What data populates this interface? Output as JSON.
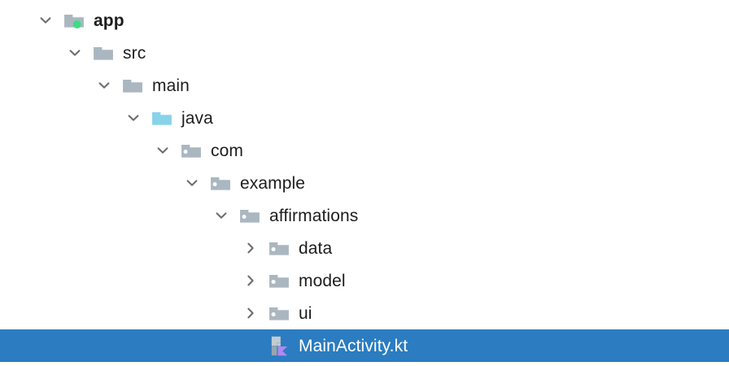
{
  "panel": {
    "kind": "project-file-tree",
    "background": "#ffffff",
    "selection_color": "#2b7cc0",
    "text_color": "#1d1d1d",
    "selected_text_color": "#ffffff",
    "folder_gray": "#aab7c0",
    "source_root_blue": "#87d3ea",
    "badge_green": "#3ddc84",
    "kotlin_purple": "#b388f0",
    "chevron_gray": "#6e6e6e"
  },
  "rows": [
    {
      "label": "app",
      "depth": 0,
      "icon": "module-folder-icon",
      "twisty": "chevron-down-icon",
      "expanded": true,
      "bold": true,
      "selected": false,
      "badge": "green-dot-badge"
    },
    {
      "label": "src",
      "depth": 1,
      "icon": "folder-icon",
      "twisty": "chevron-down-icon",
      "expanded": true,
      "bold": false,
      "selected": false,
      "badge": ""
    },
    {
      "label": "main",
      "depth": 2,
      "icon": "folder-icon",
      "twisty": "chevron-down-icon",
      "expanded": true,
      "bold": false,
      "selected": false,
      "badge": ""
    },
    {
      "label": "java",
      "depth": 3,
      "icon": "source-root-folder-icon",
      "twisty": "chevron-down-icon",
      "expanded": true,
      "bold": false,
      "selected": false,
      "badge": ""
    },
    {
      "label": "com",
      "depth": 4,
      "icon": "package-folder-icon",
      "twisty": "chevron-down-icon",
      "expanded": true,
      "bold": false,
      "selected": false,
      "badge": ""
    },
    {
      "label": "example",
      "depth": 5,
      "icon": "package-folder-icon",
      "twisty": "chevron-down-icon",
      "expanded": true,
      "bold": false,
      "selected": false,
      "badge": ""
    },
    {
      "label": "affirmations",
      "depth": 6,
      "icon": "package-folder-icon",
      "twisty": "chevron-down-icon",
      "expanded": true,
      "bold": false,
      "selected": false,
      "badge": ""
    },
    {
      "label": "data",
      "depth": 7,
      "icon": "package-folder-icon",
      "twisty": "chevron-right-icon",
      "expanded": false,
      "bold": false,
      "selected": false,
      "badge": ""
    },
    {
      "label": "model",
      "depth": 7,
      "icon": "package-folder-icon",
      "twisty": "chevron-right-icon",
      "expanded": false,
      "bold": false,
      "selected": false,
      "badge": ""
    },
    {
      "label": "ui",
      "depth": 7,
      "icon": "package-folder-icon",
      "twisty": "chevron-right-icon",
      "expanded": false,
      "bold": false,
      "selected": false,
      "badge": ""
    },
    {
      "label": "MainActivity.kt",
      "depth": 7,
      "icon": "kotlin-file-icon",
      "twisty": "",
      "expanded": false,
      "bold": false,
      "selected": true,
      "badge": ""
    }
  ]
}
